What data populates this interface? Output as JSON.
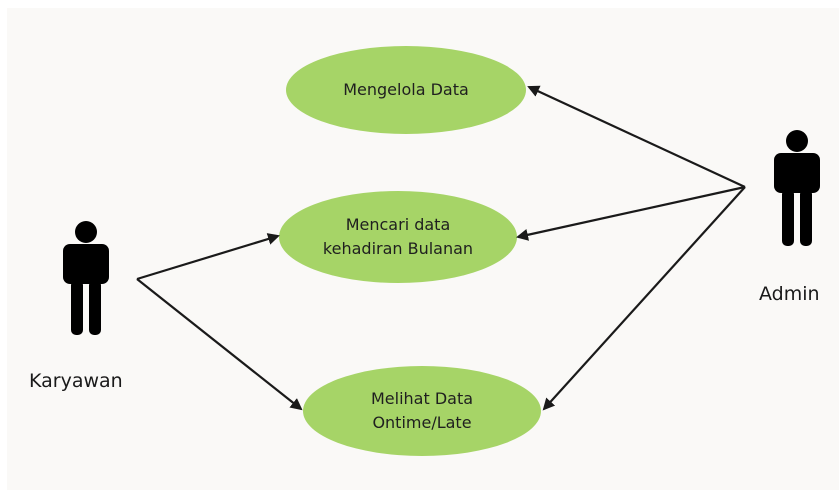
{
  "colors": {
    "usecase_fill": "#a6d467",
    "actor": "#000000",
    "line": "#1a1a1a",
    "background": "#faf9f7"
  },
  "actors": {
    "left": {
      "name": "Karyawan",
      "icon": "person-icon"
    },
    "right": {
      "name": "Admin",
      "icon": "person-icon"
    }
  },
  "usecases": {
    "manage": {
      "line1": "Mengelola Data"
    },
    "search": {
      "line1": "Mencari data",
      "line2": "kehadiran Bulanan"
    },
    "view": {
      "line1": "Melihat Data",
      "line2": "Ontime/Late"
    }
  },
  "connections": [
    {
      "from": "Karyawan",
      "to": "Mencari data kehadiran Bulanan"
    },
    {
      "from": "Karyawan",
      "to": "Melihat Data Ontime/Late"
    },
    {
      "from": "Admin",
      "to": "Mengelola Data"
    },
    {
      "from": "Admin",
      "to": "Mencari data kehadiran Bulanan"
    },
    {
      "from": "Admin",
      "to": "Melihat Data Ontime/Late"
    }
  ]
}
